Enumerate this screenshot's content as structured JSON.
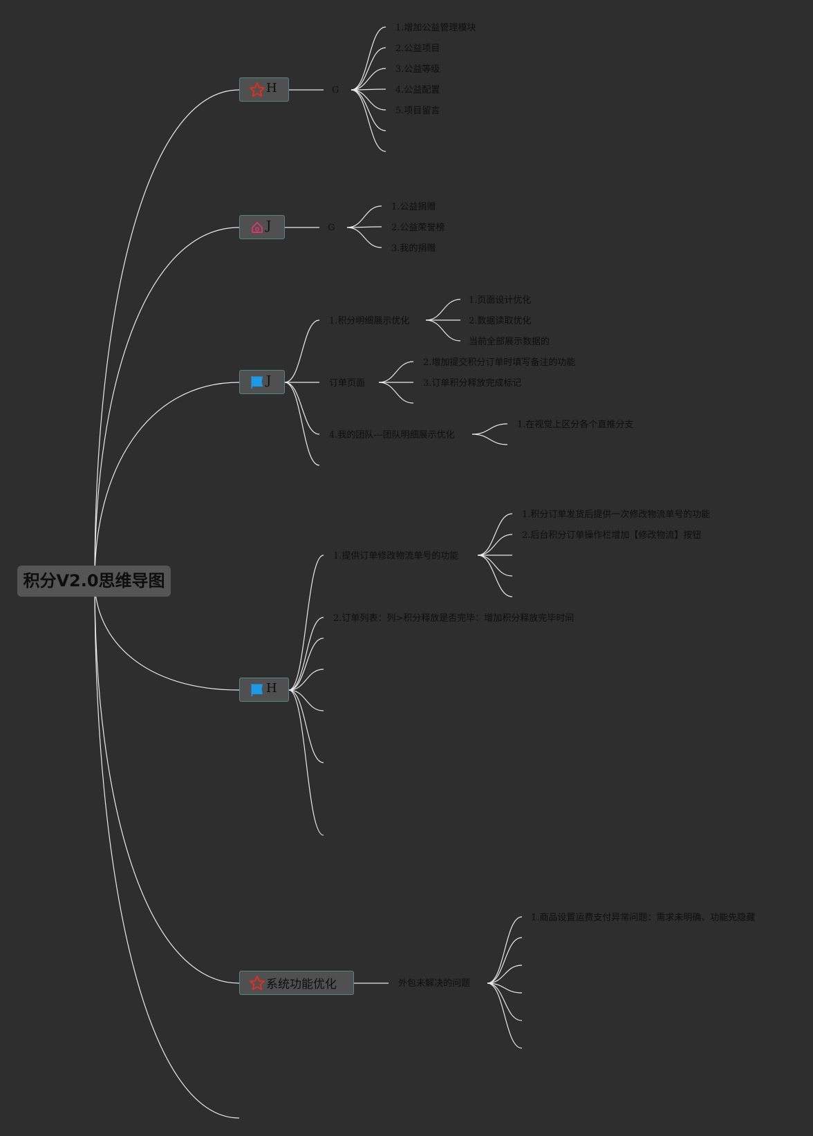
{
  "mindmap": {
    "root": {
      "label": "积分V2.0思维导图"
    },
    "branch_h1": {
      "label": "H",
      "icon": "star-icon",
      "icon_color": "#e0301e",
      "sub": {
        "label": "G"
      },
      "items": [
        "1.增加公益管理模块",
        "2.公益项目",
        "3.公益等级",
        "4.公益配置",
        "5.项目留言"
      ]
    },
    "branch_j1": {
      "label": "J",
      "icon": "home-icon",
      "icon_color": "#e8336f",
      "sub": {
        "label": "G"
      },
      "items": [
        "1.公益捐赠",
        "2.公益荣誉榜",
        "3.我的捐赠"
      ]
    },
    "branch_j2": {
      "label": "J",
      "icon": "flag-icon",
      "icon_color": "#1c9ae8",
      "subs": [
        {
          "label": "1.积分明细展示优化",
          "items": [
            "1.页面设计优化",
            "2.数据读取优化",
            "当前全部展示数据的"
          ]
        },
        {
          "label": "订单页面",
          "items": [
            "2.增加提交积分订单时填写备注的功能",
            "3.订单积分释放完成标记"
          ]
        },
        {
          "label": "4.我的团队---团队明细展示优化",
          "items": [
            "1.在视觉上区分各个直推分支"
          ]
        }
      ]
    },
    "branch_h2": {
      "label": "H",
      "icon": "flag-icon",
      "icon_color": "#1c9ae8",
      "subs": [
        {
          "label": "1.提供订单修改物流单号的功能",
          "items": [
            "1.积分订单发货后提供一次修改物流单号的功能",
            "2.后台积分订单操作栏增加【修改物流】按钮"
          ]
        },
        {
          "label": "2.订单列表：列>积分释放是否完毕：增加积分释放完毕时间"
        }
      ]
    },
    "branch_sys": {
      "label": "系统功能优化",
      "icon": "star-icon",
      "icon_color": "#e0301e",
      "sub": {
        "label": "外包未解决的问题"
      },
      "items": [
        "1.商品设置运费支付异常问题：需求未明确、功能先隐藏"
      ]
    }
  }
}
